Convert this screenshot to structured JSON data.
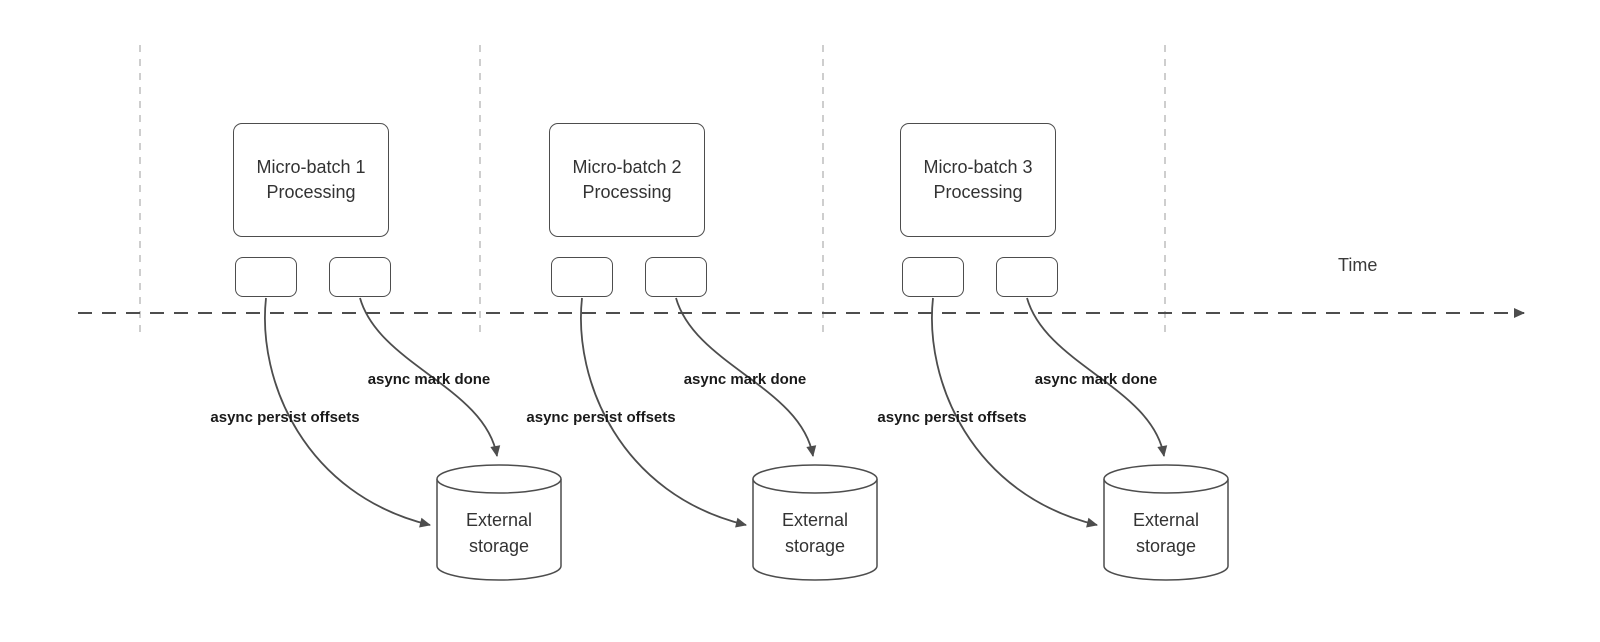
{
  "diagram": {
    "time_label": "Time",
    "batches": [
      {
        "title": "Micro-batch 1 Processing",
        "persist_label": "async persist offsets",
        "done_label": "async mark done",
        "storage_label": "External storage"
      },
      {
        "title": "Micro-batch 2 Processing",
        "persist_label": "async persist offsets",
        "done_label": "async mark done",
        "storage_label": "External storage"
      },
      {
        "title": "Micro-batch 3 Processing",
        "persist_label": "async persist offsets",
        "done_label": "async mark done",
        "storage_label": "External storage"
      }
    ],
    "colors": {
      "stroke": "#4d4d4d",
      "text": "#333333",
      "bold_label_text": "#1a1a1a",
      "guide_line": "#bdbdbd",
      "background": "#ffffff"
    }
  }
}
